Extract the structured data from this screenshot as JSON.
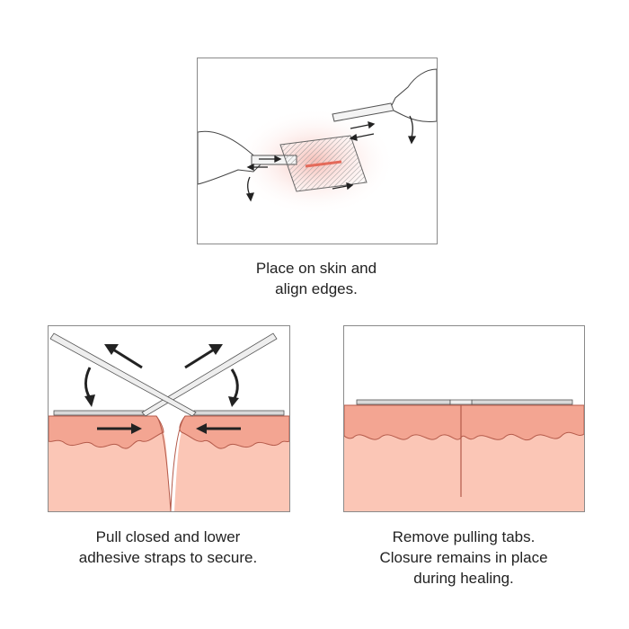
{
  "steps": [
    {
      "caption_lines": [
        "Place on skin and",
        "align edges."
      ]
    },
    {
      "caption_lines": [
        "Pull closed and lower",
        "adhesive straps to secure."
      ]
    },
    {
      "caption_lines": [
        "Remove pulling tabs.",
        "Closure remains in place",
        "during healing."
      ]
    }
  ],
  "colors": {
    "skin_surface": "#f3a592",
    "skin_deep": "#fbc6b6",
    "skin_outline": "#b45a4a",
    "strap": "#d9d9d9",
    "arrow": "#222222",
    "highlight": "#f6c9c2"
  }
}
